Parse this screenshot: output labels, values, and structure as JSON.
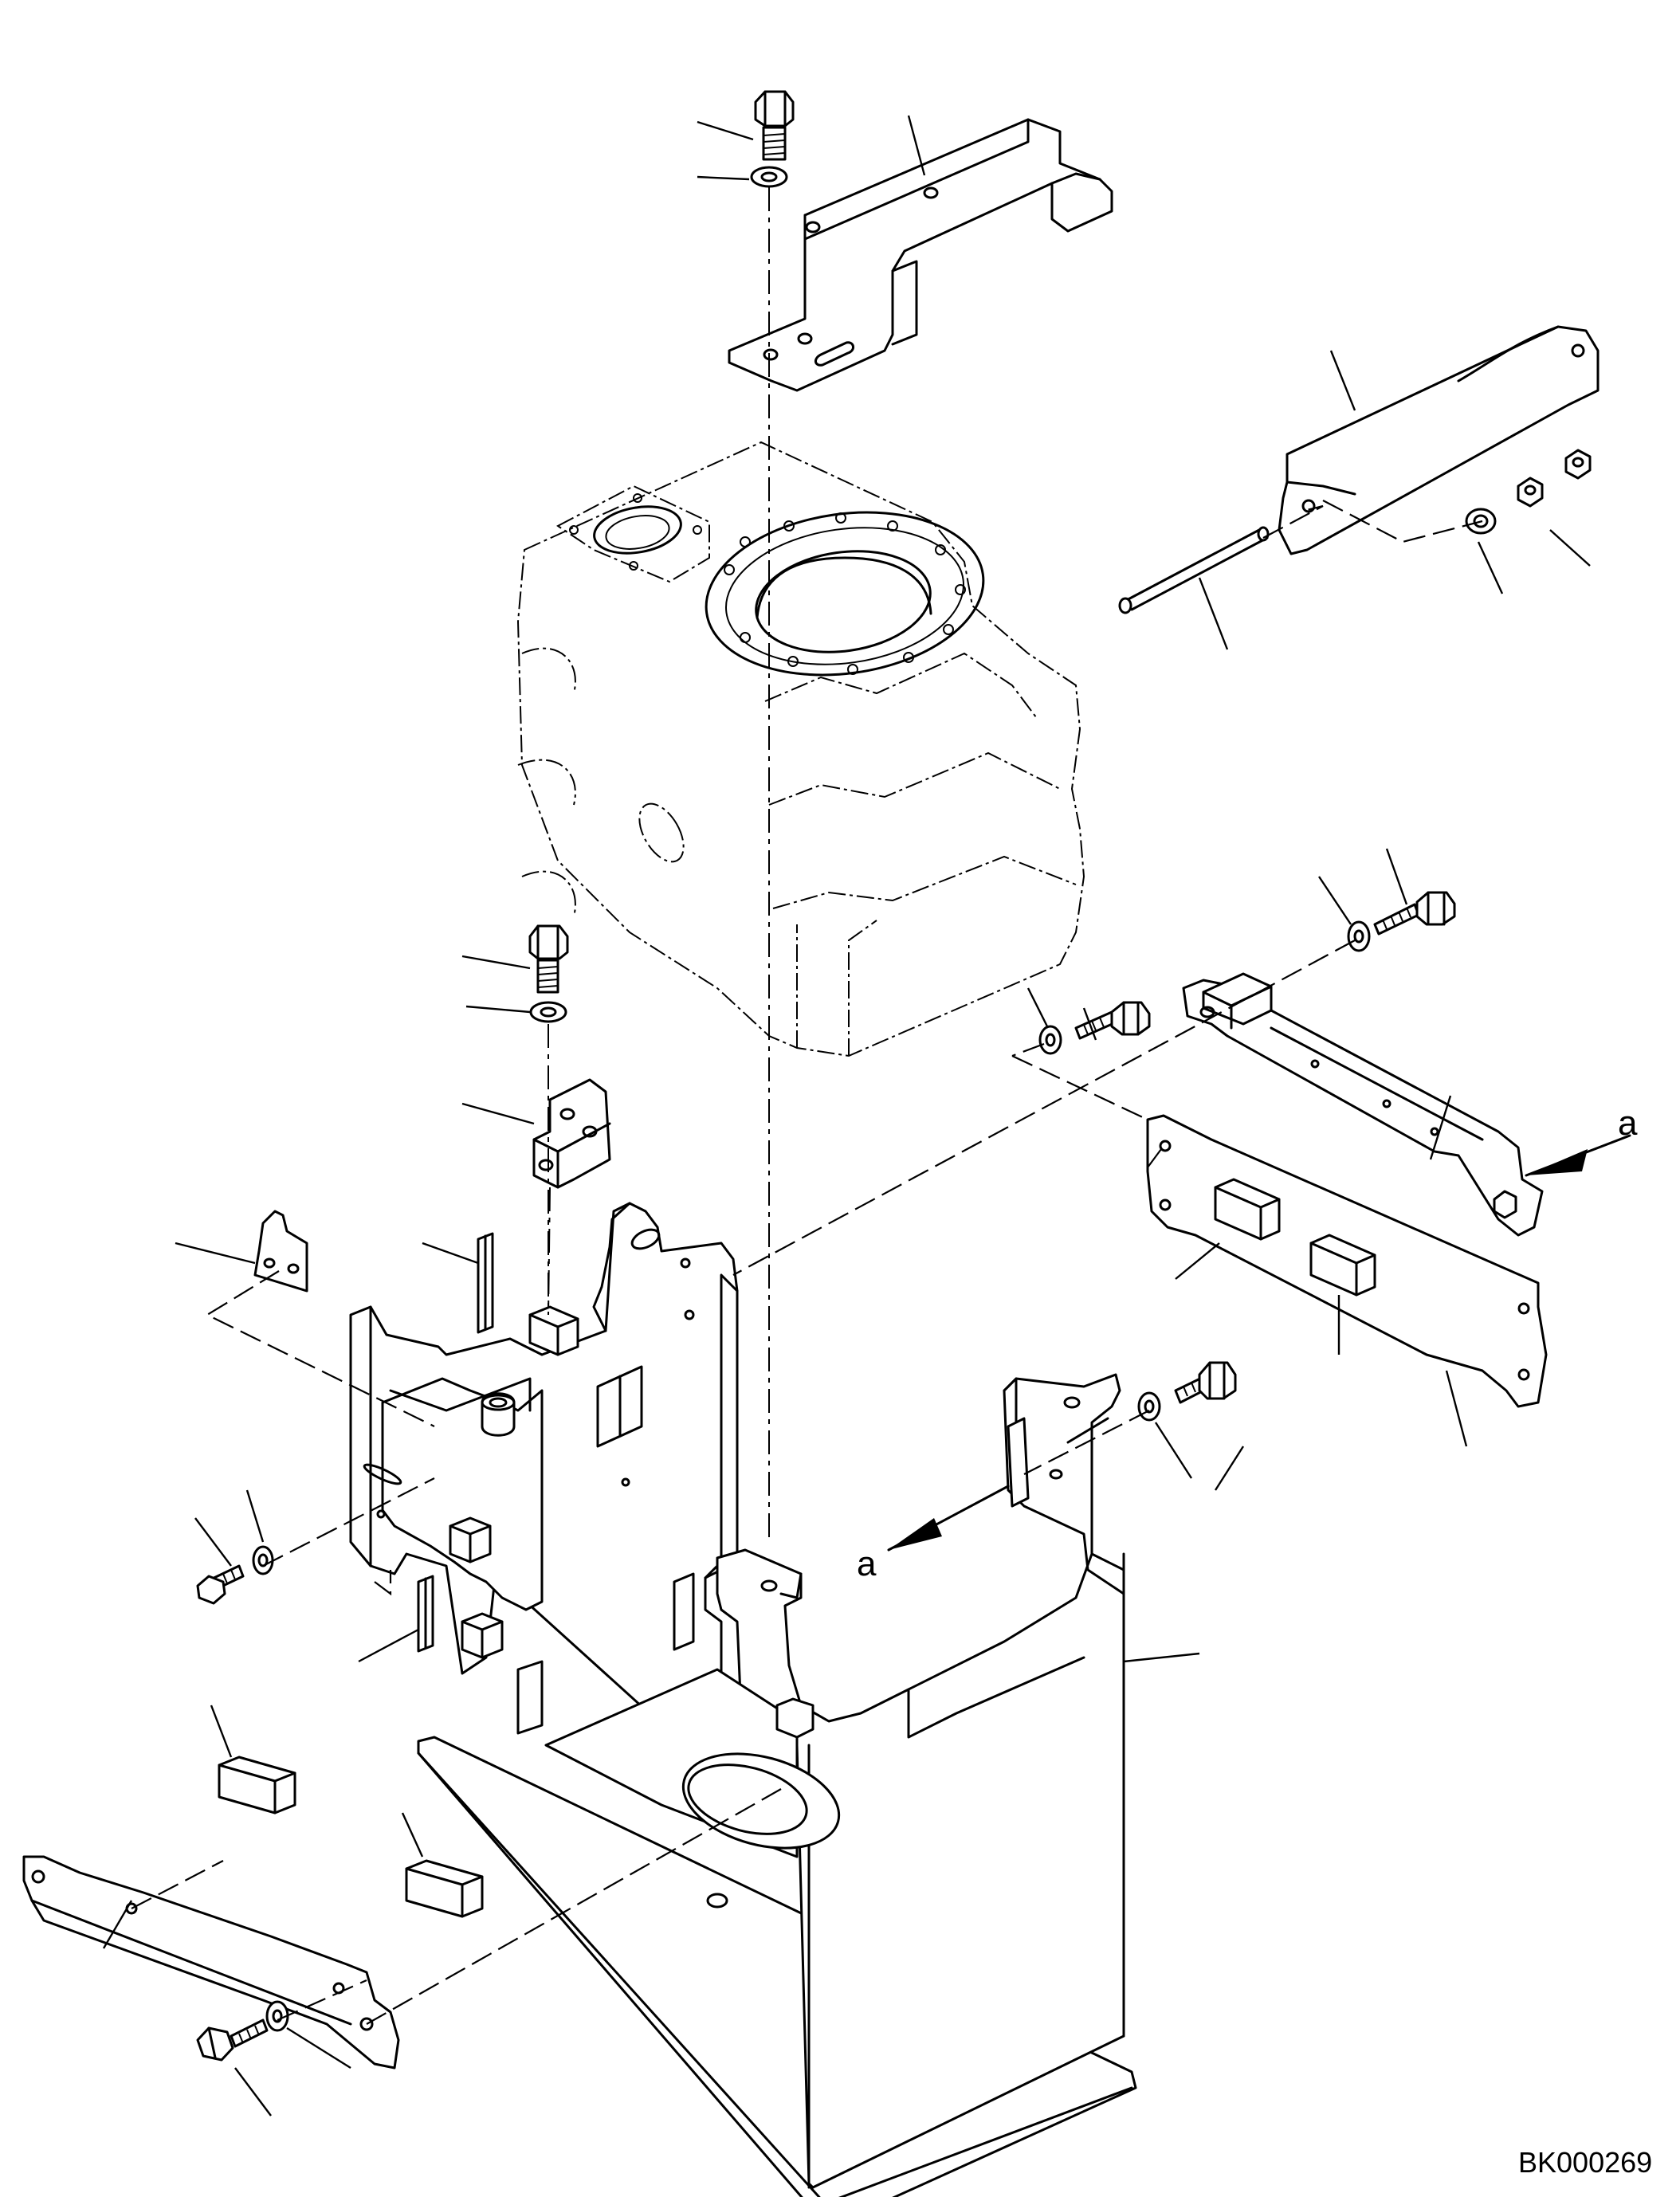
{
  "drawing_id": "BK000269",
  "view_labels": [
    "a",
    "a"
  ]
}
